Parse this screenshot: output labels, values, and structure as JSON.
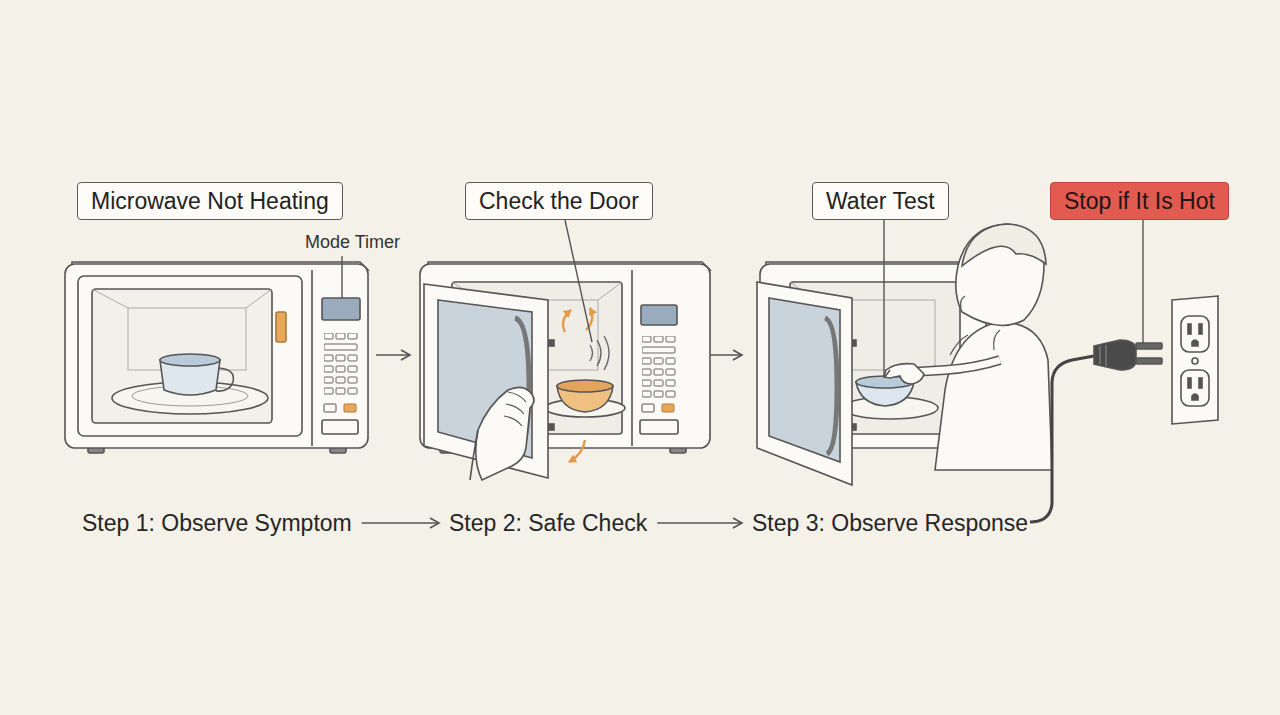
{
  "diagram": {
    "nodes": [
      {
        "text": [
          "Microwave Not Heating"
        ]
      },
      {
        "text": [
          "Check the Door"
        ]
      },
      {
        "text": [
          "Water Test"
        ]
      },
      {
        "text": [
          "Stop if It Is Hot"
        ]
      },
      {
        "text": [
          "Step 1: Observe Symptom"
        ]
      },
      {
        "text": [
          "Step 2: Safe Check"
        ]
      },
      {
        "text": [
          "Step 3: Observe Response"
        ]
      }
    ],
    "edges": [
      {
        "from": 4,
        "to": 5,
        "arrow": "to"
      },
      {
        "from": 5,
        "to": 6,
        "arrow": "to"
      }
    ],
    "labels": [
      "Mode Timer"
    ]
  }
}
